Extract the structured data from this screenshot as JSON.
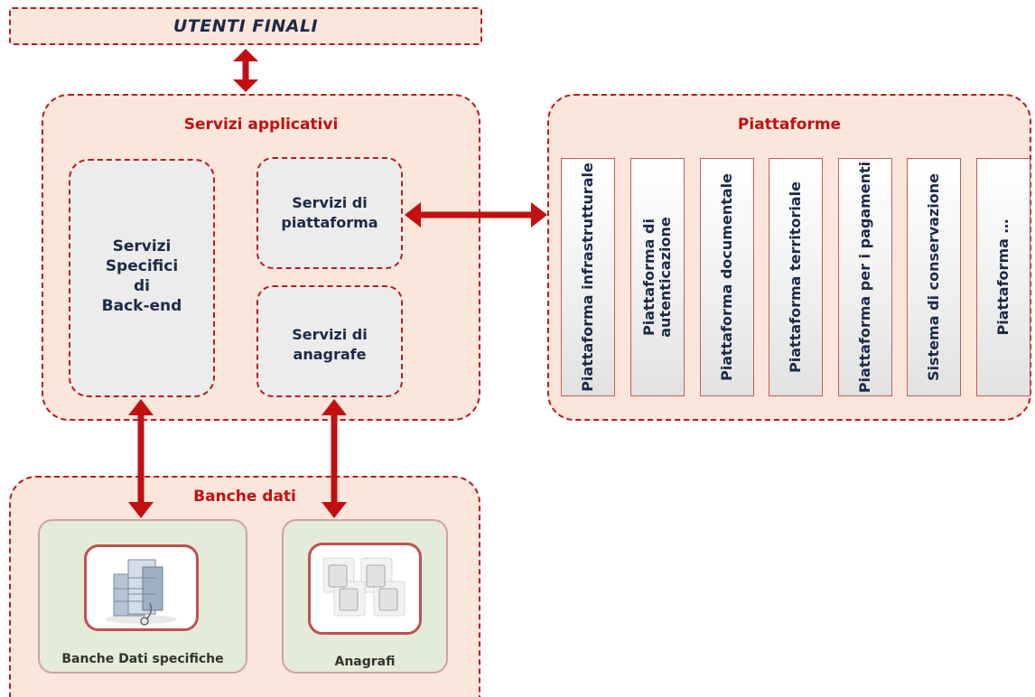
{
  "banner": {
    "title": "UTENTI FINALI"
  },
  "servizi_applicativi": {
    "title": "Servizi applicativi",
    "back_end": {
      "line1": "Servizi",
      "line2": "Specifici",
      "line3": "di",
      "line4": "Back-end"
    },
    "piattaforma": {
      "line1": "Servizi di",
      "line2": "piattaforma"
    },
    "anagrafe": {
      "line1": "Servizi di",
      "line2": "anagrafe"
    }
  },
  "piattaforme": {
    "title": "Piattaforme",
    "columns": [
      "Piattaforma infrastrutturale",
      "Piattaforma di autenticazione",
      "Piattaforma documentale",
      "Piattaforma territoriale",
      "Piattaforma per i pagamenti",
      "Sistema di conservazione",
      "Piattaforma …"
    ]
  },
  "banche_dati": {
    "title": "Banche dati",
    "specifiche": {
      "label": "Banche Dati specifiche",
      "icon": "database-server-icon"
    },
    "anagrafi": {
      "label": "Anagrafi",
      "icon": "document-stack-icon"
    }
  },
  "colors": {
    "accent_red": "#c21010",
    "navy_text": "#1c2a48",
    "peach": "#fbe6dc",
    "green": "#e4ecd9"
  }
}
